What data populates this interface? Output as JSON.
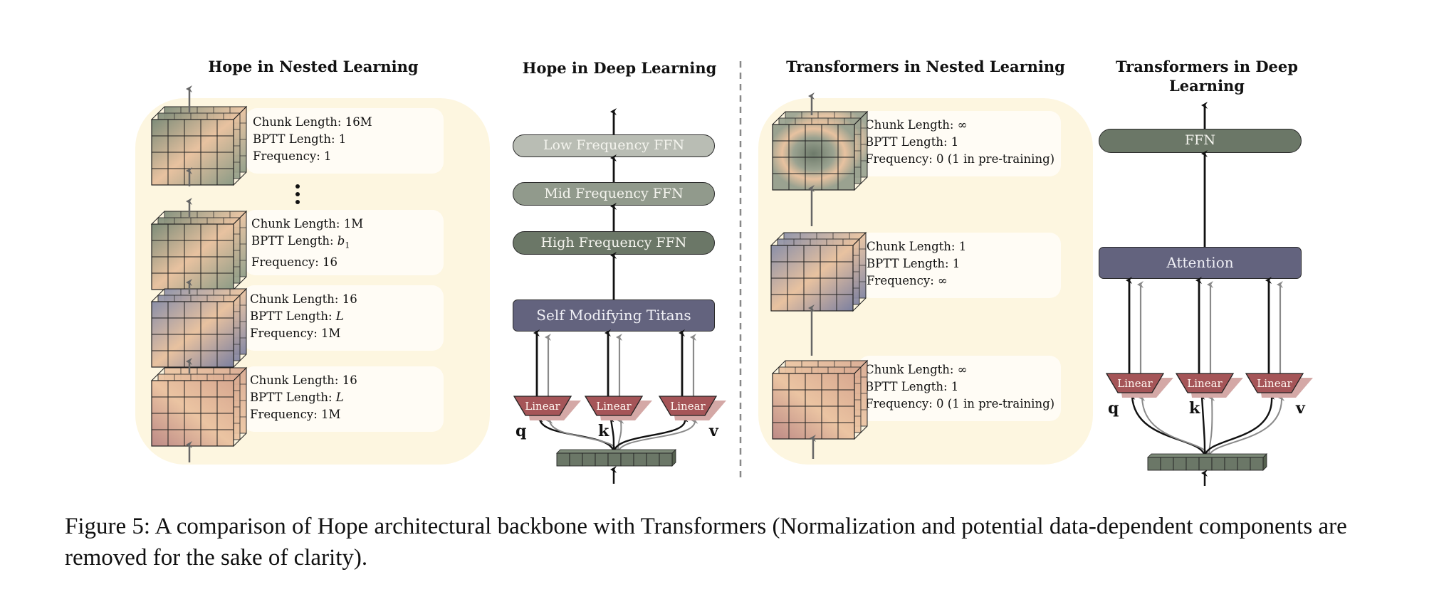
{
  "figure": {
    "panels": {
      "hope_nested": {
        "title": "Hope in Nested Learning",
        "levels": [
          {
            "chunk": "Chunk Length: 16M",
            "bptt": "BPTT Length: 1",
            "freq": "Frequency: 1",
            "tint": "green"
          },
          {
            "chunk": "Chunk Length: 1M",
            "bptt_prefix": "BPTT Length: ",
            "bptt_var": "b",
            "bptt_sub": "1",
            "freq": "Frequency: 16",
            "tint": "green"
          },
          {
            "chunk": "Chunk Length: 16",
            "bptt_prefix": "BPTT Length: ",
            "bptt_var": "L",
            "freq": "Frequency: 1M",
            "tint": "blue"
          },
          {
            "chunk": "Chunk Length: 16",
            "bptt_prefix": "BPTT Length: ",
            "bptt_var": "L",
            "freq": "Frequency: 1M",
            "tint": "red"
          }
        ],
        "ellipsis": "⋮"
      },
      "hope_deep": {
        "title": "Hope in Deep Learning",
        "blocks": [
          "Low Frequency FFN",
          "Mid Frequency FFN",
          "High Frequency FFN",
          "Self Modifying Titans"
        ],
        "linear_label": "Linear",
        "inputs": [
          "q",
          "k",
          "v"
        ]
      },
      "transformers_nested": {
        "title": "Transformers in Nested Learning",
        "levels": [
          {
            "chunk": "Chunk Length: ∞",
            "bptt": "BPTT Length: 1",
            "freq": "Frequency: 0 (1 in pre-training)",
            "tint": "green"
          },
          {
            "chunk": "Chunk Length: 1",
            "bptt": "BPTT Length: 1",
            "freq": "Frequency: ∞",
            "tint": "blue"
          },
          {
            "chunk": "Chunk Length: ∞",
            "bptt": "BPTT Length: 1",
            "freq": "Frequency: 0 (1 in pre-training)",
            "tint": "red"
          }
        ]
      },
      "transformers_deep": {
        "title": "Transformers in Deep Learning",
        "blocks": [
          "FFN",
          "Attention"
        ],
        "linear_label": "Linear",
        "inputs": [
          "q",
          "k",
          "v"
        ]
      }
    },
    "colors": {
      "panel_bg": "#fdf6e0",
      "low_ffn": "#b9bdb4",
      "mid_ffn": "#919a8c",
      "high_ffn": "#6b7767",
      "titans": "#63637e",
      "linear": "#a55558",
      "linear_shadow": "#d4a8a6",
      "token": "#6b7767"
    },
    "caption": "Figure 5: A comparison of Hope architectural backbone with Transformers (Normalization and potential data-dependent components are removed for the sake of clarity)."
  }
}
